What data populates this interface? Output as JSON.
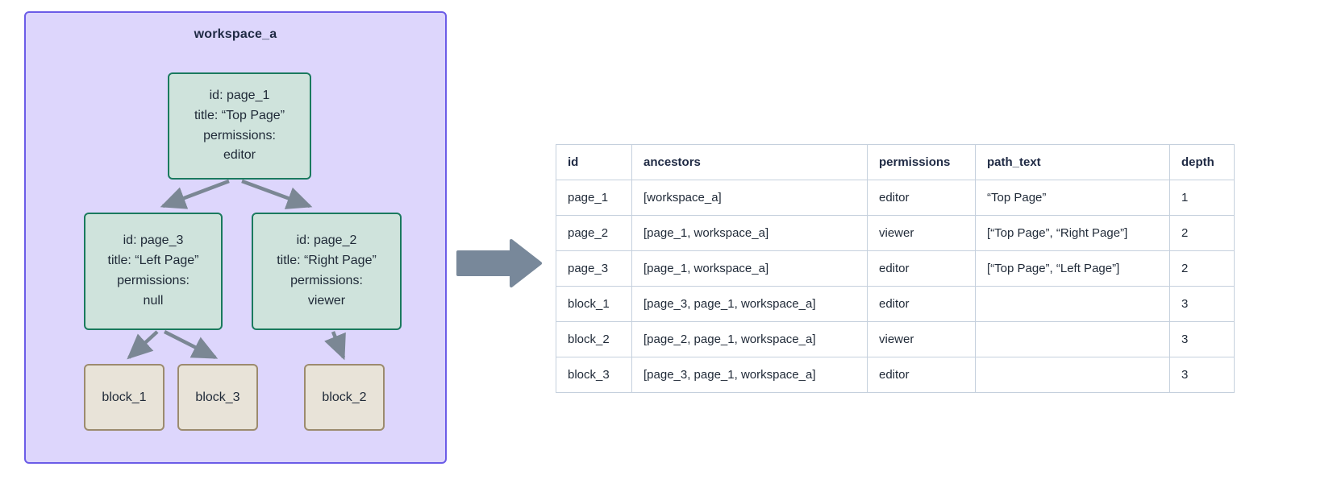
{
  "workspace": {
    "title": "workspace_a",
    "accent_border": "#6b5ce7",
    "accent_fill": "#ddd6fc",
    "nodes": [
      {
        "key": "page_1",
        "type": "page",
        "lines": [
          "id: page_1",
          "title: “Top Page”",
          "permissions:",
          "editor"
        ]
      },
      {
        "key": "page_3",
        "type": "page",
        "lines": [
          "id: page_3",
          "title: “Left Page”",
          "permissions:",
          "null"
        ]
      },
      {
        "key": "page_2",
        "type": "page",
        "lines": [
          "id: page_2",
          "title: “Right Page”",
          "permissions:",
          "viewer"
        ]
      },
      {
        "key": "block_1",
        "type": "block",
        "lines": [
          "block_1"
        ]
      },
      {
        "key": "block_3",
        "type": "block",
        "lines": [
          "block_3"
        ]
      },
      {
        "key": "block_2",
        "type": "block",
        "lines": [
          "block_2"
        ]
      }
    ],
    "edges": [
      {
        "from": "page_1",
        "to": "page_3"
      },
      {
        "from": "page_1",
        "to": "page_2"
      },
      {
        "from": "page_3",
        "to": "block_1"
      },
      {
        "from": "page_3",
        "to": "block_3"
      },
      {
        "from": "page_2",
        "to": "block_2"
      }
    ],
    "node_colors": {
      "page_fill": "#cfe3dc",
      "page_border": "#1a7a5e",
      "block_fill": "#e8e3d8",
      "block_border": "#9c8b6e"
    },
    "edge_color": "#7b8794"
  },
  "transform_arrow": {
    "direction": "right",
    "color": "#78889a"
  },
  "table": {
    "columns": [
      "id",
      "ancestors",
      "permissions",
      "path_text",
      "depth"
    ],
    "border_color": "#c5d0dd",
    "rows": [
      {
        "id": "page_1",
        "ancestors": "[workspace_a]",
        "permissions": "editor",
        "path_text": "“Top Page”",
        "depth": "1"
      },
      {
        "id": "page_2",
        "ancestors": "[page_1, workspace_a]",
        "permissions": "viewer",
        "path_text": "[“Top Page”, “Right Page”]",
        "depth": "2"
      },
      {
        "id": "page_3",
        "ancestors": "[page_1, workspace_a]",
        "permissions": "editor",
        "path_text": "[“Top Page”, “Left Page”]",
        "depth": "2"
      },
      {
        "id": "block_1",
        "ancestors": "[page_3, page_1, workspace_a]",
        "permissions": "editor",
        "path_text": "",
        "depth": "3"
      },
      {
        "id": "block_2",
        "ancestors": "[page_2, page_1, workspace_a]",
        "permissions": "viewer",
        "path_text": "",
        "depth": "3"
      },
      {
        "id": "block_3",
        "ancestors": "[page_3, page_1, workspace_a]",
        "permissions": "editor",
        "path_text": "",
        "depth": "3"
      }
    ]
  }
}
